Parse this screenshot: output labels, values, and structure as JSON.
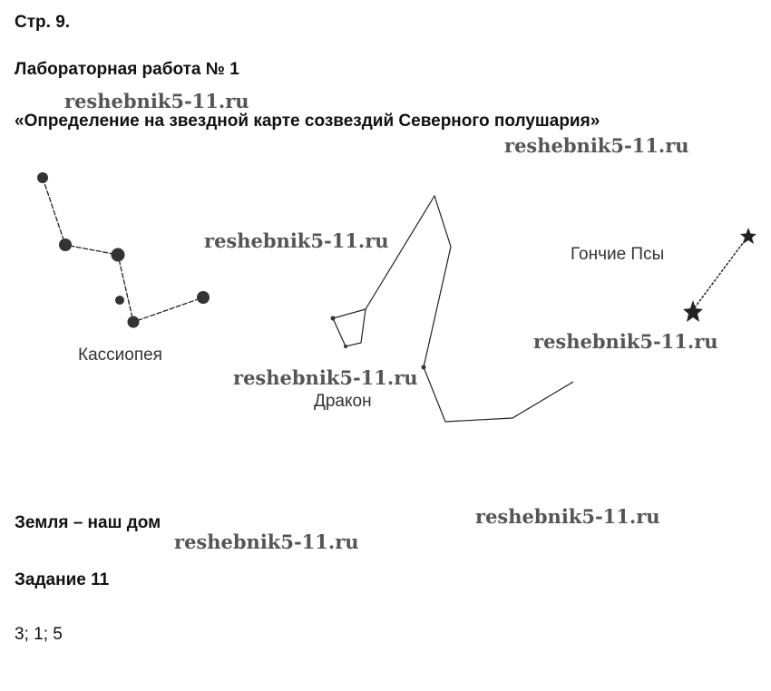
{
  "page": {
    "page_number": "Стр. 9.",
    "lab_title": "Лабораторная работа № 1",
    "lab_subtitle": "«Определение на звездной карте созвездий Северного полушария»",
    "section_title": "Земля – наш дом",
    "task_title": "Задание 11",
    "answer": "3; 1; 5"
  },
  "watermark": "reshebnik5-11.ru",
  "constellations": {
    "cassiopeia": "Кассиопея",
    "draco": "Дракон",
    "canes_venatici": "Гончие Псы"
  },
  "colors": {
    "line": "#222222",
    "star": "#333333",
    "watermark": "#555555"
  }
}
